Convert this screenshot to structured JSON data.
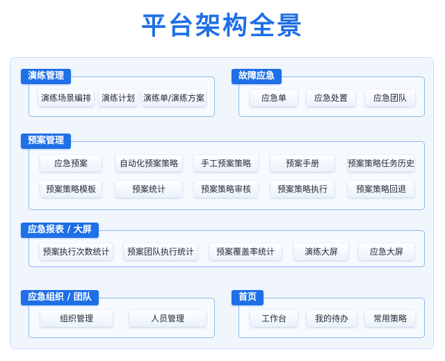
{
  "title": "平台架构全景",
  "sections": {
    "drill": {
      "label": "演练管理",
      "items": [
        "演练场景编排",
        "演练计划",
        "演练单/演练方案"
      ]
    },
    "fault": {
      "label": "故障应急",
      "items": [
        "应急单",
        "应急处置",
        "应急团队"
      ]
    },
    "plan": {
      "label": "预案管理",
      "items": [
        "应急预案",
        "自动化预案策略",
        "手工预案策略",
        "预案手册",
        "预案策略任务历史",
        "预案策略模板",
        "预案统计",
        "预案策略审核",
        "预案策略执行",
        "预案策略回退"
      ]
    },
    "report": {
      "label": "应急报表 / 大屏",
      "items": [
        "预案执行次数统计",
        "预案团队执行统计",
        "预案覆盖率统计",
        "演练大屏",
        "应急大屏"
      ]
    },
    "org": {
      "label": "应急组织 / 团队",
      "items": [
        "组织管理",
        "人员管理"
      ]
    },
    "home": {
      "label": "首页",
      "items": [
        "工作台",
        "我的待办",
        "常用策略"
      ]
    }
  }
}
